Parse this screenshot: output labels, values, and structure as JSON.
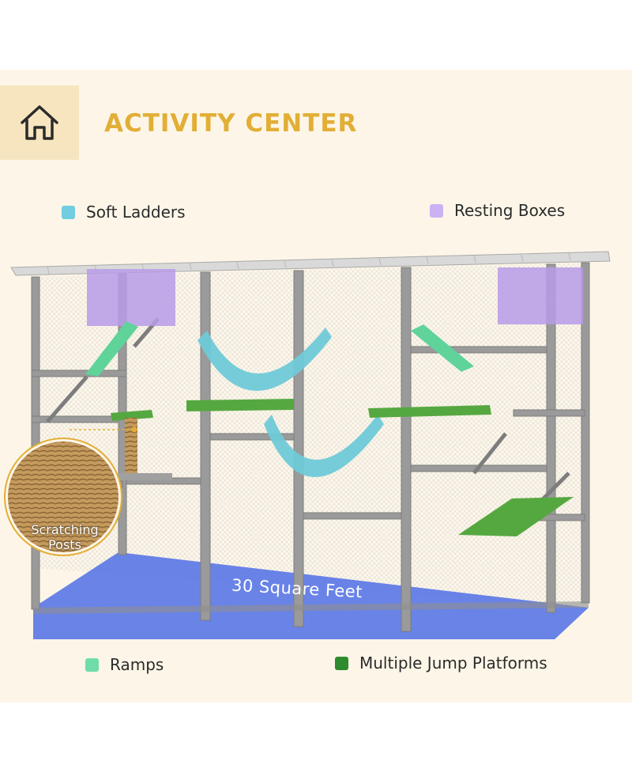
{
  "header": {
    "title": "ACTIVITY CENTER",
    "icon": "house-icon"
  },
  "legend": [
    {
      "label": "Soft Ladders",
      "color": "#72cde0"
    },
    {
      "label": "Resting Boxes",
      "color": "#cbb2f2"
    },
    {
      "label": "Ramps",
      "color": "#6fdcaa"
    },
    {
      "label": "Multiple Jump Platforms",
      "color": "#2e8b2e"
    }
  ],
  "illustration": {
    "floor_label": "30 Square Feet",
    "callout_line1": "Scratching",
    "callout_line2": "Posts",
    "colors": {
      "frame": "#9a9a9a",
      "floor": "#4f6fe6",
      "ladder": "#6fcad8",
      "box": "#b79be8",
      "ramp": "#5fd39a",
      "platform": "#55a840",
      "accent": "#e2ae36"
    }
  }
}
